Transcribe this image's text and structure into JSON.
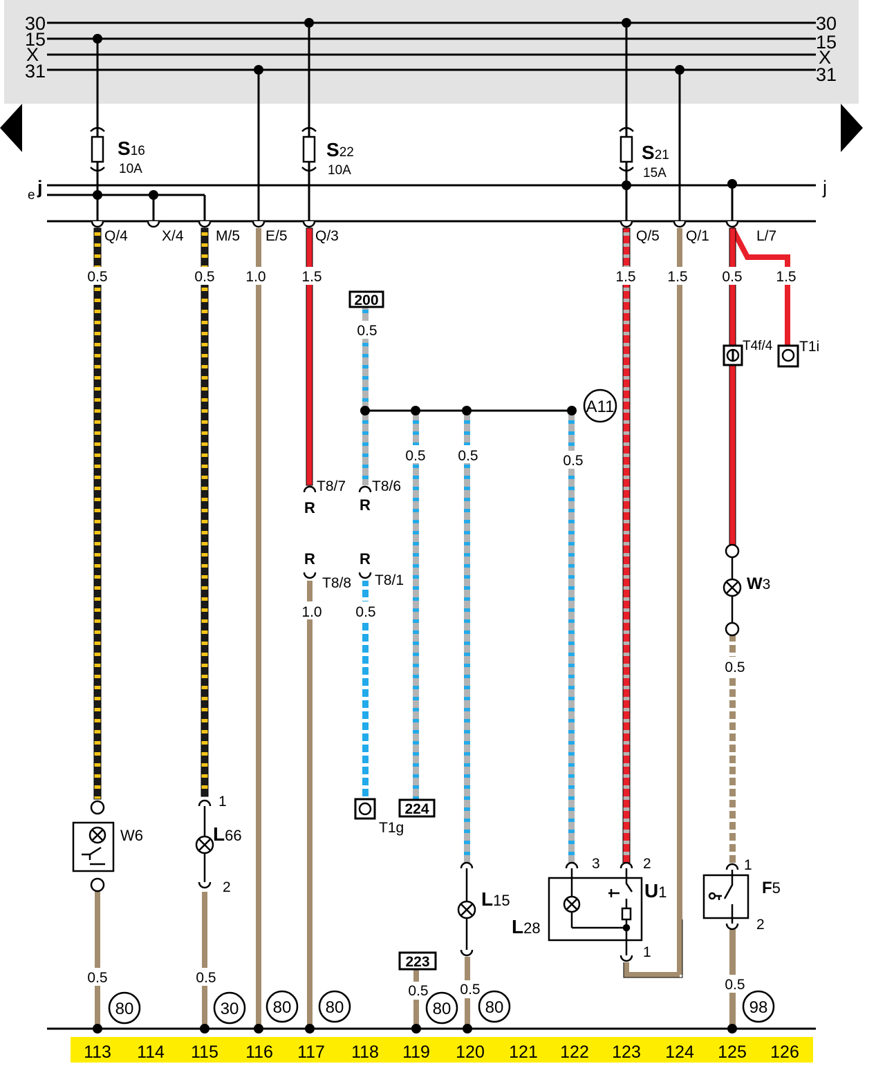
{
  "bus_labels": {
    "b30": "30",
    "b15": "15",
    "bX": "X",
    "b31": "31"
  },
  "rail_j": {
    "left_prefix": "e",
    "left": "j",
    "right": "j"
  },
  "fuses": [
    {
      "letter": "S",
      "num": "16",
      "rating": "10A"
    },
    {
      "letter": "S",
      "num": "22",
      "rating": "10A"
    },
    {
      "letter": "S",
      "num": "21",
      "rating": "15A"
    }
  ],
  "terminals": [
    "Q/4",
    "X/4",
    "M/5",
    "E/5",
    "Q/3",
    "Q/5",
    "Q/1",
    "L/7"
  ],
  "wire_sizes": {
    "w113_top": "0.5",
    "w115_top": "0.5",
    "w116_top": "1.0",
    "w117_top": "1.5",
    "w123_top": "1.5",
    "w124_top": "1.5",
    "w125_top": "0.5",
    "w126_top": "1.5",
    "w118_top": "0.5",
    "w119_mid": "0.5",
    "w120_mid": "0.5",
    "w122_mid": "0.5",
    "w117_low": "1.0",
    "w118_low": "0.5",
    "w125_low": "0.5",
    "w113_bot": "0.5",
    "w115_bot": "0.5",
    "w119_bot": "0.5",
    "w120_bot": "0.5",
    "w125_bot": "0.5"
  },
  "refs": {
    "r200": "200",
    "r224": "224",
    "r223": "223"
  },
  "connectors": {
    "t8_7": "T8/7",
    "t8_6": "T8/6",
    "t8_8": "T8/8",
    "t8_1": "T8/1",
    "r": "R",
    "t4f4": "T4f/4",
    "t1i": "T1i",
    "t1g": "T1g",
    "a11": "A11"
  },
  "components": {
    "w6": "W6",
    "l66_l": "L",
    "l66_n": "66",
    "l15_l": "L",
    "l15_n": "15",
    "l28_l": "L",
    "l28_n": "28",
    "u1_l": "U",
    "u1_n": "1",
    "w3_l": "W",
    "w3_n": "3",
    "f5_l": "F",
    "f5_n": "5"
  },
  "pins": {
    "p1": "1",
    "p2": "2",
    "p3": "3"
  },
  "ground_refs": [
    "80",
    "30",
    "80",
    "80",
    "80",
    "80",
    "98"
  ],
  "columns": [
    "113",
    "114",
    "115",
    "116",
    "117",
    "118",
    "119",
    "120",
    "121",
    "122",
    "123",
    "124",
    "125",
    "126"
  ],
  "colors": {
    "panel_bg": "#e3e3e4",
    "red": "#e8202a",
    "brown": "#a38d6e",
    "yellow": "#f5c518",
    "blue": "#22aaea",
    "gray": "#b4b4b4",
    "column_bar": "#ffed00"
  }
}
